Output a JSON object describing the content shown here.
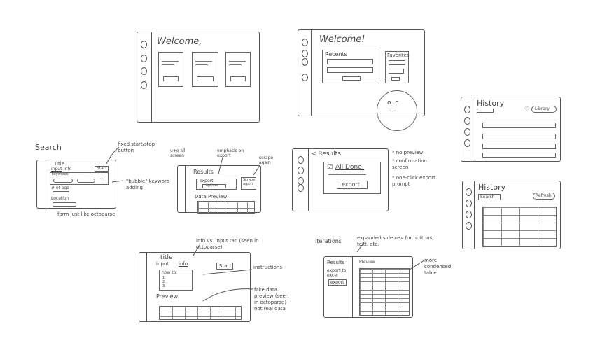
{
  "welcome_a": {
    "heading": "Welcome,",
    "cards": 3
  },
  "welcome_b": {
    "heading": "Welcome!",
    "recents": "Recents",
    "favorites": "Favorites"
  },
  "history_a": {
    "heading": "History",
    "button": "Library"
  },
  "history_b": {
    "heading": "History",
    "search": "Search",
    "button": "Refresh"
  },
  "search_sketch": {
    "label": "Search",
    "title": "Title",
    "tabs": [
      "input",
      "info"
    ],
    "start": "Start",
    "keywords": "keywords",
    "plus": "+",
    "num_pages": "# of pgs",
    "location": "Location",
    "notes": [
      "fixed start/stop button",
      "\"bubble\" keyword adding",
      "form just like octoparse"
    ]
  },
  "results_sketch": {
    "note_top": "u+o all screen",
    "heading": "Results",
    "export_label": "export",
    "export_button": "options",
    "scrape_again": "Scrape again",
    "data_preview": "Data Preview",
    "notes": [
      "emphasis on export",
      "scrape again"
    ]
  },
  "done_sketch": {
    "back": "< Results",
    "message": "All Done!",
    "export_button": "export",
    "notes": [
      "* no preview",
      "* confirmation screen",
      "* one-click export prompt"
    ]
  },
  "title_sketch": {
    "title": "title",
    "tabs": [
      "input",
      "info"
    ],
    "start": "Start",
    "howto": "how to",
    "steps": [
      "1.",
      "2.",
      "3."
    ],
    "preview": "Preview",
    "notes": [
      "info vs. input tab (seen in octoparse)",
      "instructions",
      "fake data preview (seen in octoparse) not real data"
    ]
  },
  "iteration_sketch": {
    "label": "iterations",
    "results": "Results",
    "export_to": "export to excel",
    "export_button": "export",
    "preview": "Preview",
    "notes": [
      "expanded side nav for buttons, text, etc.",
      "more condensed table"
    ]
  }
}
